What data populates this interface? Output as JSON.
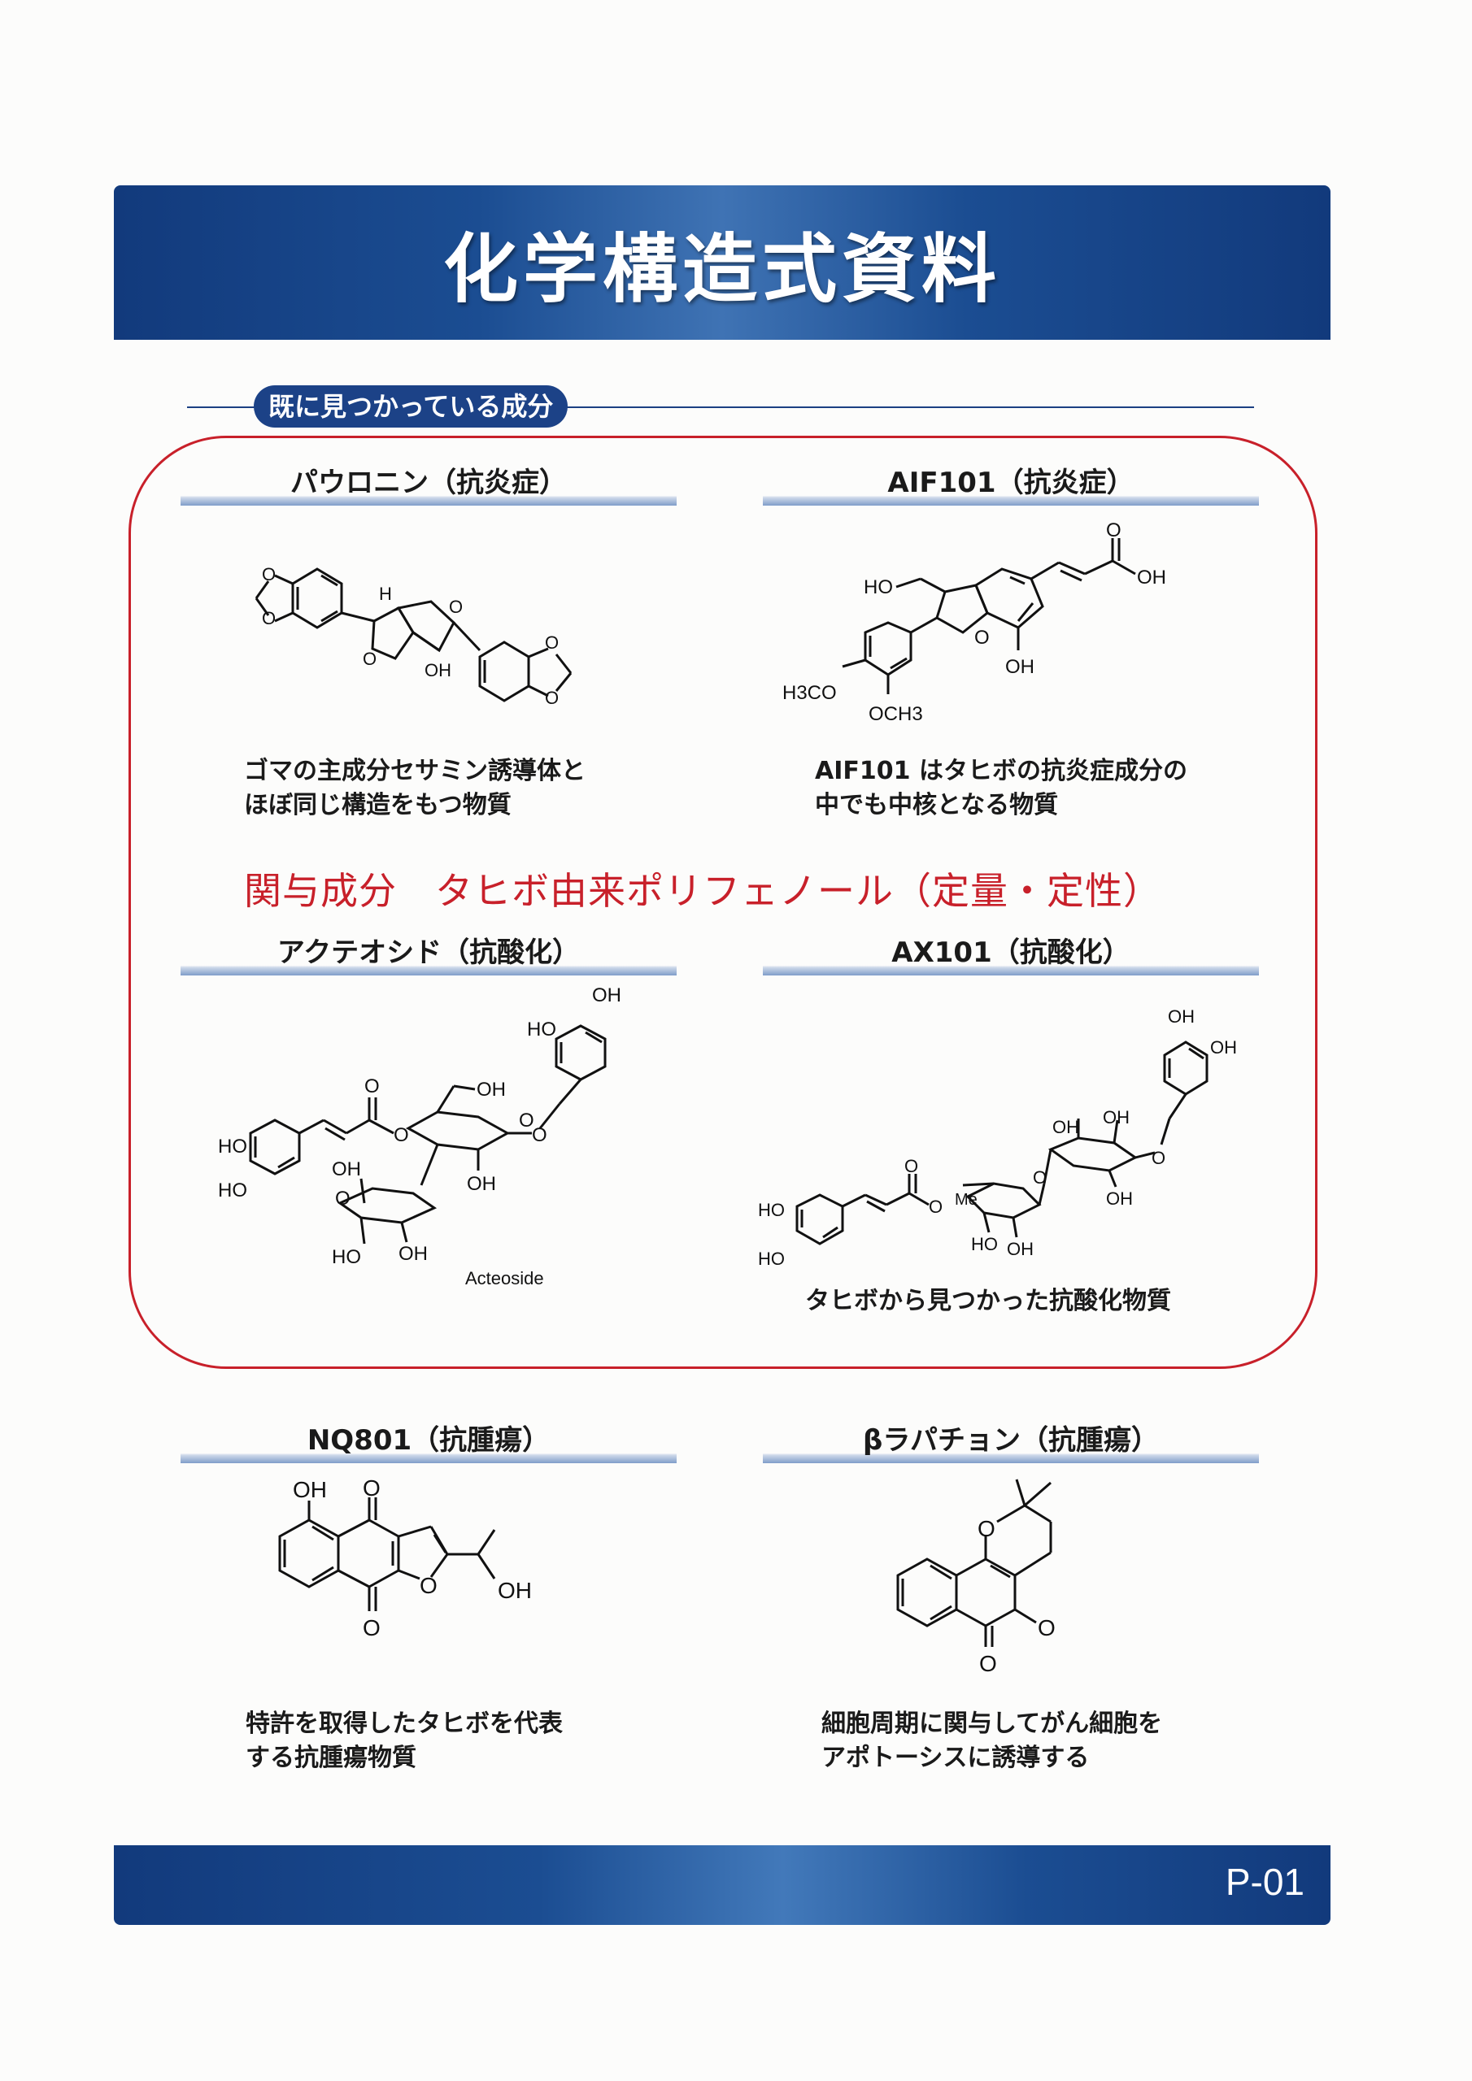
{
  "header": {
    "title": "化学構造式資料"
  },
  "section": {
    "label": "既に見つかっている成分"
  },
  "compounds": [
    {
      "heading": "パウロニン（抗炎症）",
      "description": "ゴマの主成分セサミン誘導体と\nほぼ同じ構造をもつ物質"
    },
    {
      "heading": "AIF101（抗炎症）",
      "description": "AIF101 はタヒボの抗炎症成分の\n中でも中核となる物質"
    },
    {
      "heading": "アクテオシド（抗酸化）",
      "caption": "Acteoside"
    },
    {
      "heading": "AX101（抗酸化）",
      "description": "タヒボから見つかった抗酸化物質"
    },
    {
      "heading": "NQ801（抗腫瘍）",
      "description": "特許を取得したタヒボを代表\nする抗腫瘍物質"
    },
    {
      "heading": "βラパチョン（抗腫瘍）",
      "description": "細胞周期に関与してがん細胞を\nアポトーシスに誘導する"
    }
  ],
  "related_line": "関与成分　タヒボ由来ポリフェノール（定量・定性）",
  "atom_labels": {
    "oh": "OH",
    "ho": "HO",
    "o": "O",
    "h": "H",
    "me": "Me",
    "h3co": "H3CO",
    "och3": "OCH3"
  },
  "footer": {
    "page": "P-01"
  }
}
